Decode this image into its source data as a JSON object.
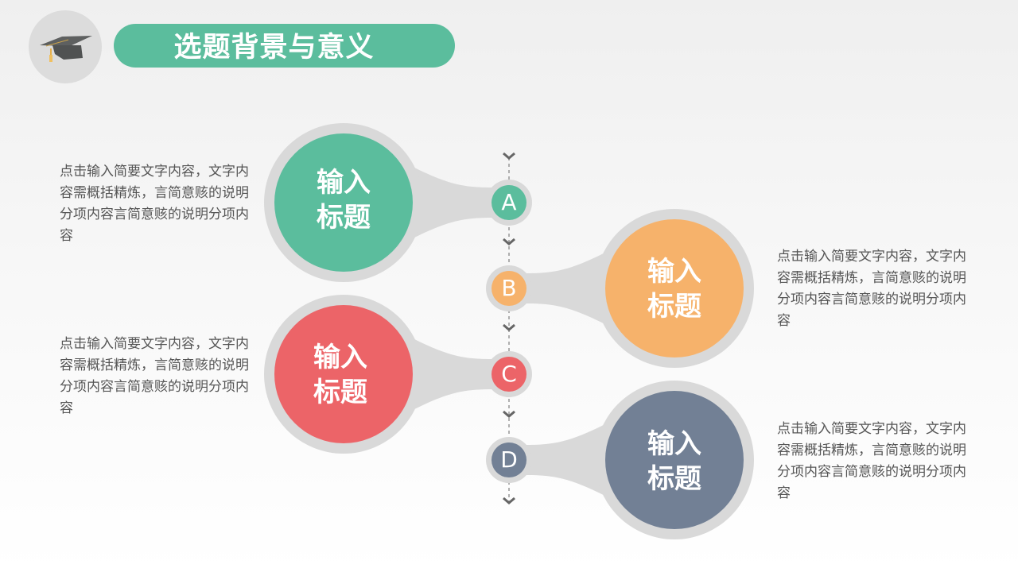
{
  "header": {
    "icon": "graduation-cap-icon",
    "title": "选题背景与意义",
    "accent_color": "#5bbd9d"
  },
  "nodes": [
    {
      "letter": "A",
      "title_line1": "输入",
      "title_line2": "标题",
      "color": "#5bbd9d",
      "side": "left",
      "description": "点击输入简要文字内容，文字内容需概括精炼，言简意赅的说明分项内容言简意赅的说明分项内容"
    },
    {
      "letter": "B",
      "title_line1": "输入",
      "title_line2": "标题",
      "color": "#f6b26b",
      "side": "right",
      "description": "点击输入简要文字内容，文字内容需概括精炼，言简意赅的说明分项内容言简意赅的说明分项内容"
    },
    {
      "letter": "C",
      "title_line1": "输入",
      "title_line2": "标题",
      "color": "#ec6468",
      "side": "left",
      "description": "点击输入简要文字内容，文字内容需概括精炼，言简意赅的说明分项内容言简意赅的说明分项内容"
    },
    {
      "letter": "D",
      "title_line1": "输入",
      "title_line2": "标题",
      "color": "#728095",
      "side": "right",
      "description": "点击输入简要文字内容，文字内容需概括精炼，言简意赅的说明分项内容言简意赅的说明分项内容"
    }
  ],
  "timeline": {
    "line_color": "#888888",
    "chevron_color": "#666666",
    "halo_color": "#d9d9d9",
    "chevron_icon": "chevron-down-icon"
  }
}
